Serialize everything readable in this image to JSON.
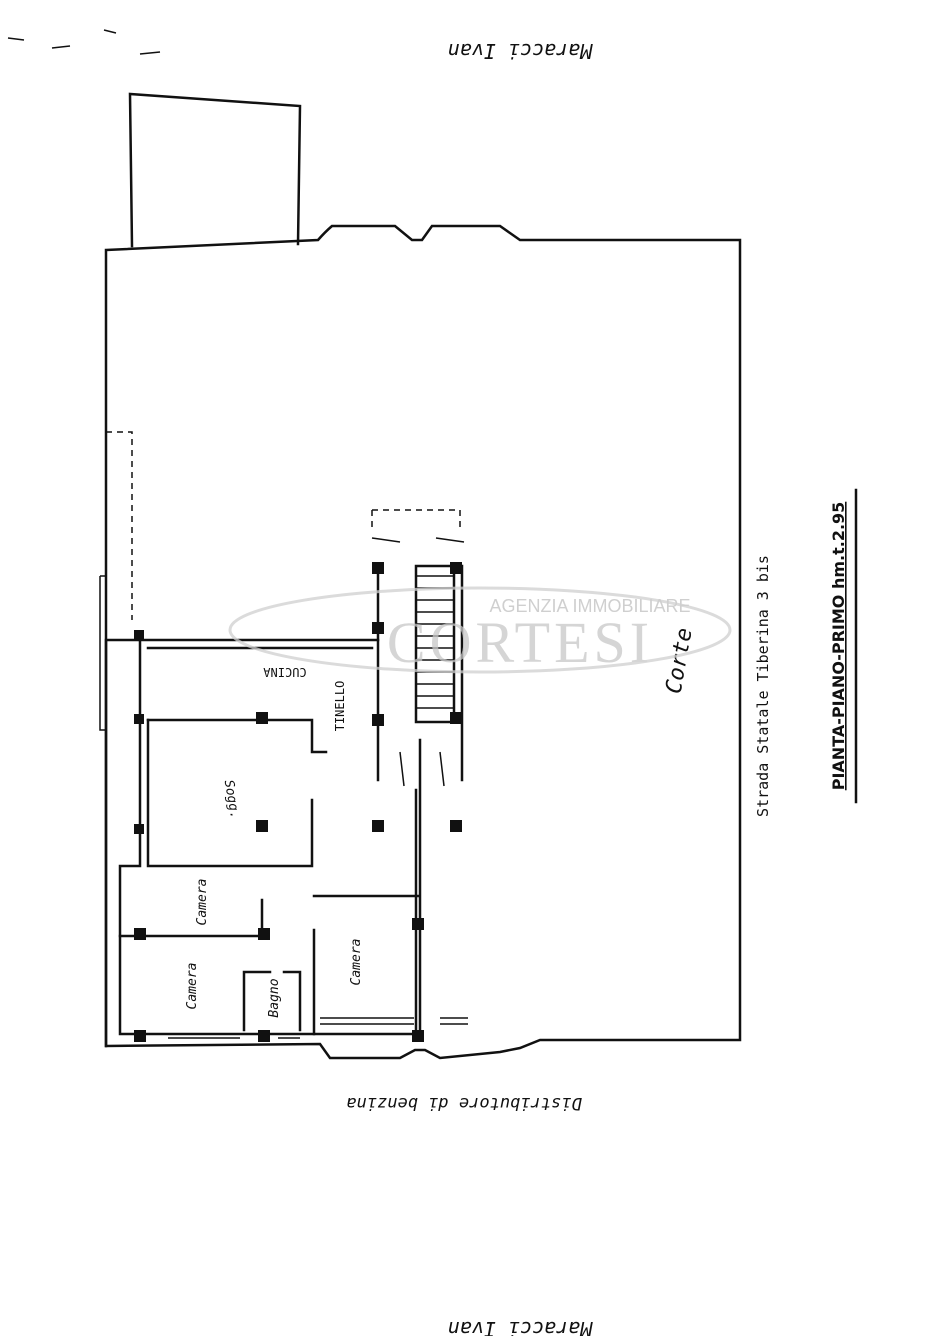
{
  "header": {
    "owner_name": "Maracci Ivan"
  },
  "footer": {
    "owner_name": "Maracci Ivan"
  },
  "plan": {
    "title": "PIANTA-PIANO-PRIMO hm.t.2.95",
    "road": "Strada Statale Tiberina 3 bis",
    "side_label": "Distributore di benzina",
    "courtyard": "Corte",
    "rooms": {
      "cucina": "CUCINA",
      "tinello": "TINELLO",
      "soggiorno": "Sogg.",
      "camera_1": "Camera",
      "camera_2": "Camera",
      "camera_3": "Camera",
      "bagno": "Bagno"
    }
  },
  "watermark": {
    "line1": "AGENZIA IMMOBILIARE",
    "line2": "CORTESI"
  }
}
